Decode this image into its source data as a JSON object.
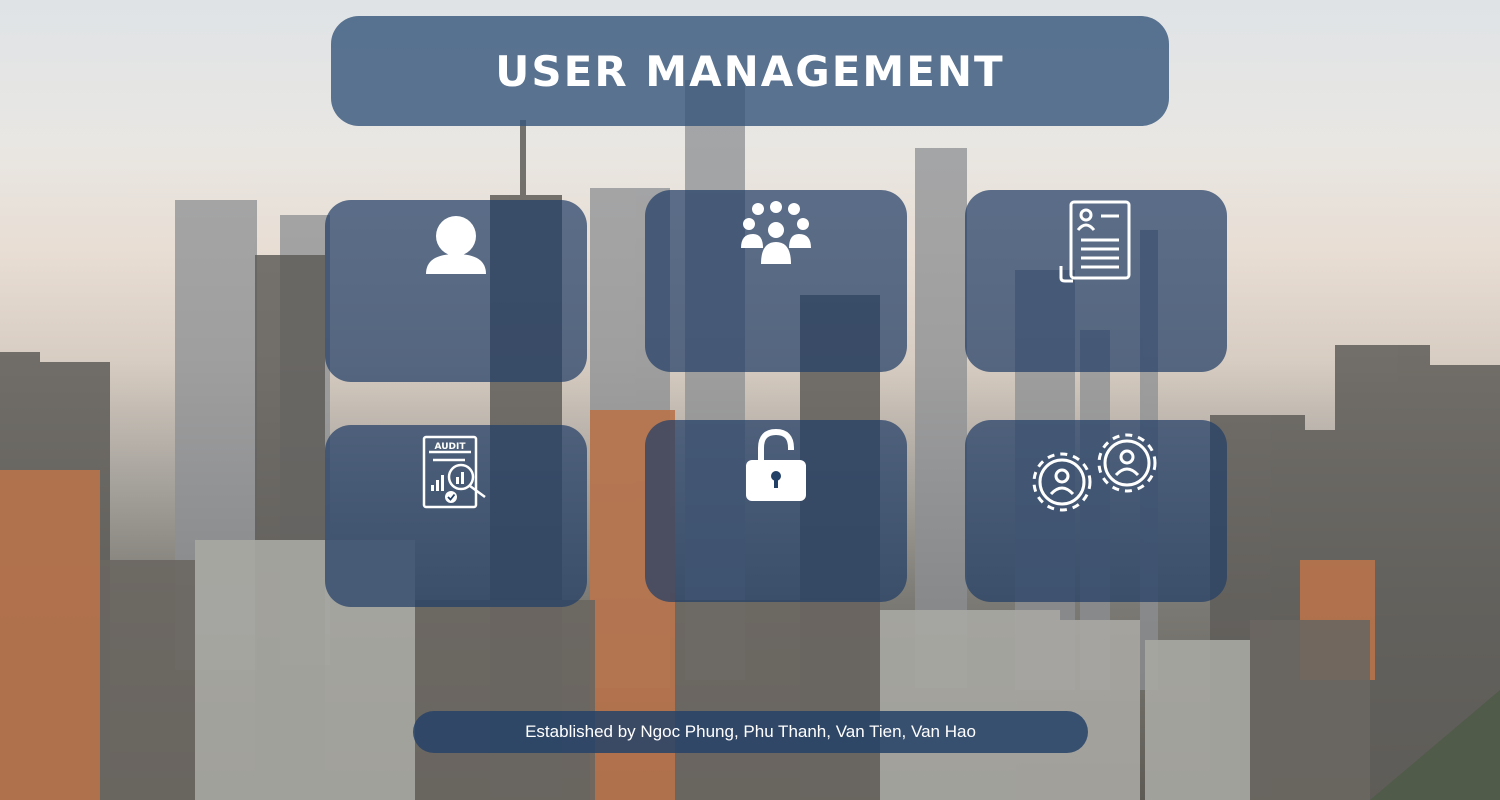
{
  "title": "USER MANAGEMENT",
  "colors": {
    "panel": "#34557a",
    "tile": "#223f66",
    "text": "#ffffff"
  },
  "tiles": [
    {
      "icon": "user-icon"
    },
    {
      "icon": "group-users-icon"
    },
    {
      "icon": "user-profile-document-icon"
    },
    {
      "icon": "audit-report-icon",
      "label": "AUDIT"
    },
    {
      "icon": "unlocked-padlock-icon"
    },
    {
      "icon": "user-settings-gears-icon"
    }
  ],
  "footer": {
    "credit": "Established by Ngoc Phung, Phu Thanh, Van Tien, Van Hao"
  }
}
